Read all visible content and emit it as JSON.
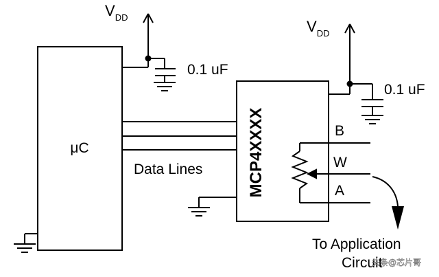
{
  "vdd_left": {
    "label": "V",
    "subscript": "DD"
  },
  "vdd_right": {
    "label": "V",
    "subscript": "DD"
  },
  "cap_left": {
    "value": "0.1 uF"
  },
  "cap_right": {
    "value": "0.1 uF"
  },
  "microcontroller": {
    "label": "μC"
  },
  "bus": {
    "label": "Data Lines"
  },
  "chip": {
    "part": "MCP4XXXX"
  },
  "pins": {
    "b": "B",
    "w": "W",
    "a": "A"
  },
  "output": {
    "line1": "To Application",
    "line2": "Circuit"
  },
  "watermark": {
    "text": "头条@芯片哥"
  }
}
